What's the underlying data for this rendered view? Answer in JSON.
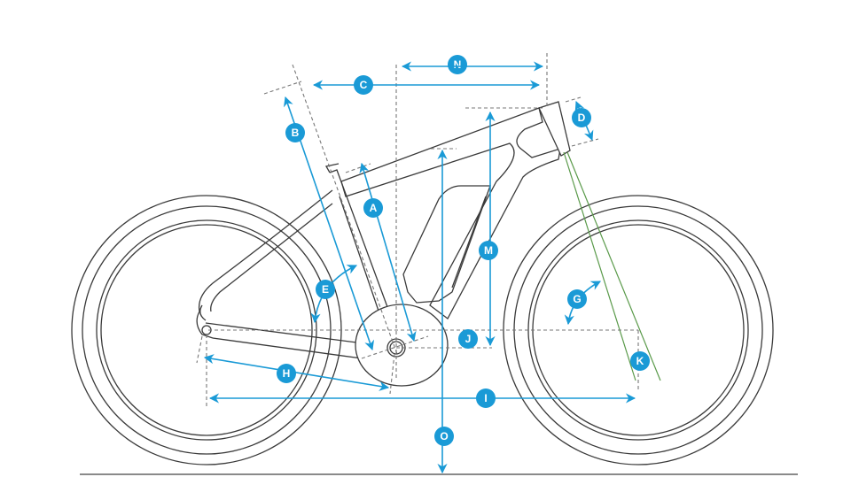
{
  "diagram": {
    "title": "E-bike frame geometry",
    "colors": {
      "dimension": "#1a9ad6",
      "frame": "#3a3a3a",
      "fork_axis": "#5a9a4a"
    },
    "labels": {
      "A": "A",
      "B": "B",
      "C": "C",
      "D": "D",
      "E": "E",
      "G": "G",
      "H": "H",
      "I": "I",
      "J": "J",
      "K": "K",
      "M": "M",
      "N": "N",
      "O": "O"
    }
  }
}
